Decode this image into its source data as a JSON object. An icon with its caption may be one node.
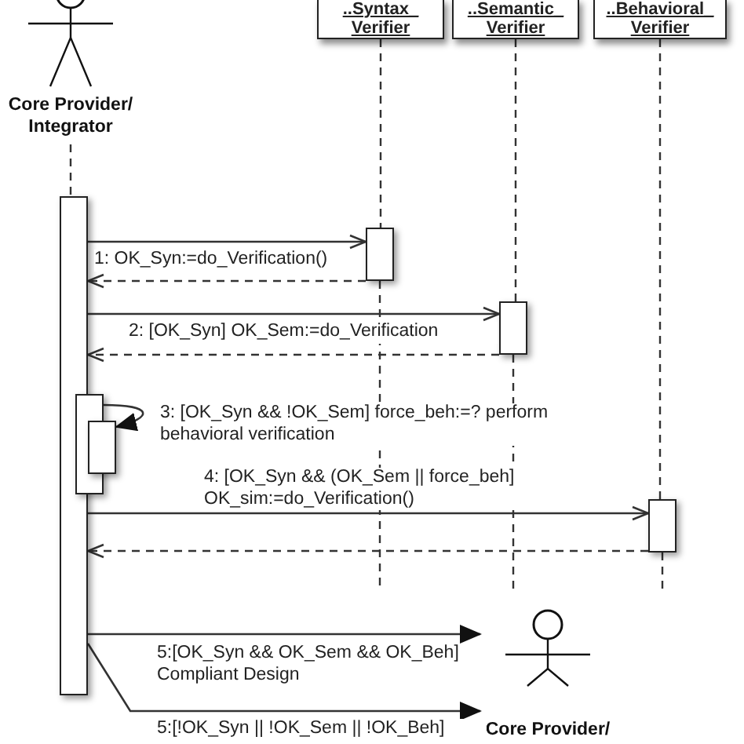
{
  "diagram": {
    "nodes": [
      {
        "text": [
          "Core Provider/ Integrator"
        ]
      },
      {
        "text": [
          "..Syntax_ Verifier"
        ]
      },
      {
        "text": [
          "..Semantic_ Verifier"
        ]
      },
      {
        "text": [
          "..Behavioral_ Verifier"
        ]
      },
      {
        "text": [],
        "shape": "bar"
      },
      {
        "text": [],
        "shape": "bar"
      },
      {
        "text": [],
        "shape": "bar"
      },
      {
        "text": [],
        "shape": "bar"
      },
      {
        "text": [],
        "shape": "bar"
      },
      {
        "text": [],
        "shape": "bar"
      },
      {
        "text": [
          "Core Provider/"
        ]
      }
    ],
    "edges": [
      {
        "from": 4,
        "to": 5,
        "arrow": "to",
        "label": "1: OK_Syn:=do_Verification()"
      },
      {
        "from": 5,
        "to": 4,
        "arrow": "to",
        "style": "dashed"
      },
      {
        "from": 4,
        "to": 6,
        "arrow": "to",
        "label": "2: [OK_Syn] OK_Sem:=do_Verification"
      },
      {
        "from": 6,
        "to": 4,
        "arrow": "to",
        "style": "dashed"
      },
      {
        "from": 8,
        "to": 9,
        "arrow": "to",
        "label": "3: [OK_Syn && !OK_Sem] force_beh:=? perform behavioral verification"
      },
      {
        "from": 4,
        "to": 7,
        "arrow": "to",
        "label": "4: [OK_Syn && (OK_Sem || force_beh] OK_sim:=do_Verification()"
      },
      {
        "from": 7,
        "to": 4,
        "arrow": "to",
        "style": "dashed"
      },
      {
        "from": 4,
        "to": 10,
        "arrow": "to",
        "label": "5:[OK_Syn && OK_Sem && OK_Beh] Compliant Design"
      },
      {
        "from": 4,
        "to": 10,
        "arrow": "to",
        "label": "5:[!OK_Syn || !OK_Sem || !OK_Beh]"
      },
      {
        "from": 0,
        "to": 4,
        "arrow": "none",
        "style": "dashed"
      },
      {
        "from": 1,
        "to": 5,
        "arrow": "none",
        "style": "dashed"
      },
      {
        "from": 5,
        "to": null,
        "arrow": "none",
        "style": "dashed"
      },
      {
        "from": 2,
        "to": 6,
        "arrow": "none",
        "style": "dashed"
      },
      {
        "from": 6,
        "to": null,
        "arrow": "none",
        "style": "dashed"
      },
      {
        "from": 3,
        "to": 7,
        "arrow": "none",
        "style": "dashed"
      },
      {
        "from": 7,
        "to": null,
        "arrow": "none",
        "style": "dashed"
      }
    ]
  }
}
